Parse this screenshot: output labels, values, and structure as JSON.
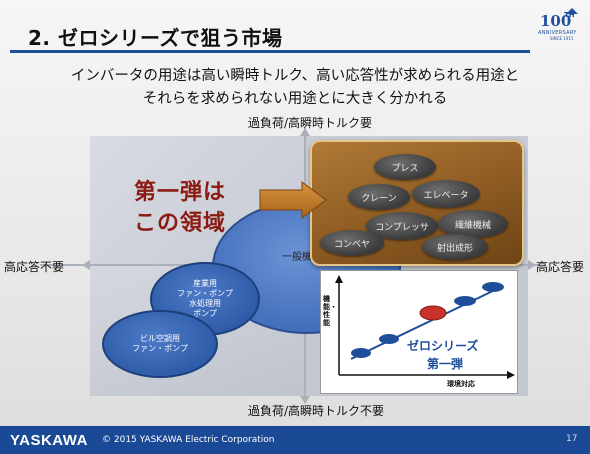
{
  "header": {
    "title": "2. ゼロシリーズで狙う市場",
    "logo_number": "100",
    "logo_th": "TH",
    "logo_anniversary": "ANNIVERSARY",
    "logo_since": "SINCE 1915"
  },
  "subtitle": {
    "line1": "インバータの用途は高い瞬時トルク、高い応答性が求められる用途と",
    "line2": "それらを求められない用途とに大きく分かれる"
  },
  "axes": {
    "top": "過負荷/高瞬時トルク要",
    "bottom": "過負荷/高瞬時トルク不要",
    "left": "高応答不要",
    "right": "高応答要"
  },
  "target": {
    "line1": "第一弾は",
    "line2": "この領域"
  },
  "high_end_apps": [
    "プレス",
    "クレーン",
    "エレベータ",
    "コンプレッサ",
    "繊維機械",
    "コンベヤ",
    "射出成形"
  ],
  "general_area": {
    "label": "一般機械",
    "industry_lines": [
      "産業用",
      "ファン・ポンプ",
      "水処理用",
      "ポンプ"
    ],
    "building_lines": [
      "ビル空調用",
      "ファン・ポンプ"
    ]
  },
  "inset": {
    "y_label": "機能・性能",
    "x_label": "環境対応",
    "series_line1": "ゼロシリーズ",
    "series_line2": "第一弾"
  },
  "colors": {
    "brand_blue": "#1a4a96",
    "target_red": "#8c1b12",
    "highlight_red": "#c8322a",
    "brown": "#8d5a22"
  },
  "footer": {
    "brand": "YASKAWA",
    "copyright": "© 2015 YASKAWA Electric Corporation",
    "page": "17"
  }
}
